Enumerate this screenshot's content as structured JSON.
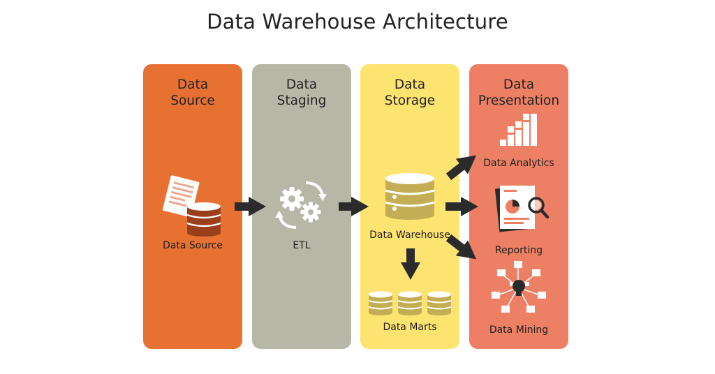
{
  "title": "Data Warehouse Architecture",
  "columns": [
    {
      "line1": "Data",
      "line2": "Source",
      "color": "#e77132"
    },
    {
      "line1": "Data",
      "line2": "Staging",
      "color": "#b7b7a8"
    },
    {
      "line1": "Data",
      "line2": "Storage",
      "color": "#fde36f"
    },
    {
      "line1": "Data",
      "line2": "Presentation",
      "color": "#ec7f64"
    }
  ],
  "labels": {
    "data_source": "Data Source",
    "etl": "ETL",
    "data_warehouse": "Data Warehouse",
    "data_marts": "Data Marts",
    "data_analytics": "Data Analytics",
    "reporting": "Reporting",
    "data_mining": "Data Mining"
  },
  "colors": {
    "arrow": "#2b2b2b",
    "database": "#c3ad55",
    "database_dark": "#9b3f1b",
    "icon_light": "#ffffff",
    "doc_line": "#e9a98f"
  },
  "icons": [
    "document-icon",
    "database-icon",
    "gears-icon",
    "bar-chart-icon",
    "report-magnifier-icon",
    "idea-network-icon"
  ]
}
